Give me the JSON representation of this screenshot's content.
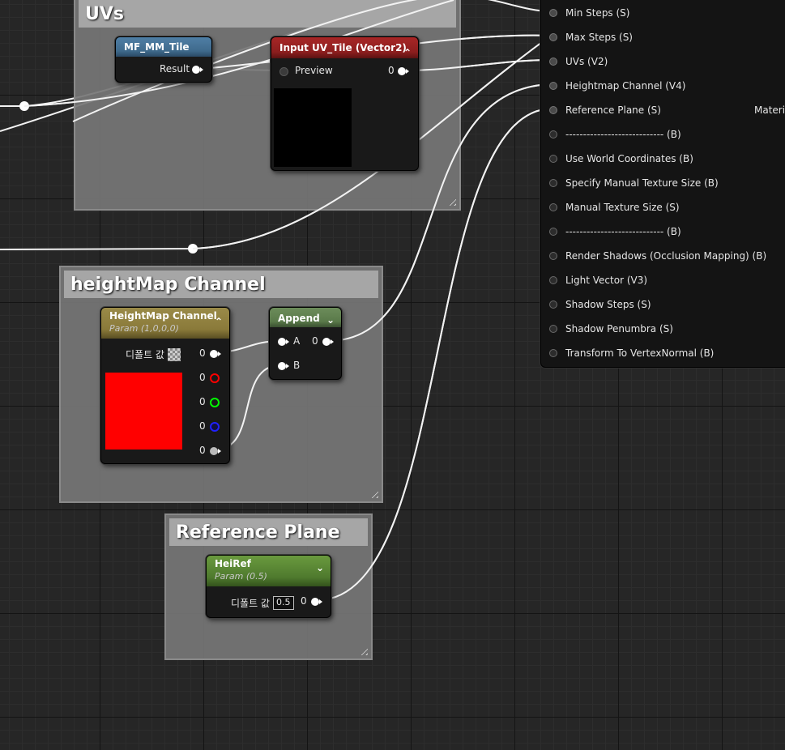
{
  "comments": {
    "uvs": "UVs",
    "height_map_channel": "heightMap Channel",
    "reference_plane": "Reference Plane"
  },
  "nodes": {
    "mf_mm_tile": {
      "title": "MF_MM_Tile",
      "output_label": "Result"
    },
    "input_uv_tile": {
      "title": "Input UV_Tile (Vector2)",
      "preview_label": "Preview",
      "output_value": "0"
    },
    "heightmap_channel": {
      "title": "HeightMap Channel",
      "subtitle": "Param (1,0,0,0)",
      "default_label": "디폴트 값",
      "outputs": [
        "0",
        "0",
        "0",
        "0",
        "0"
      ],
      "swatch_color": "#ff0000"
    },
    "append": {
      "title": "Append",
      "input_a": "A",
      "input_b": "B",
      "output_value": "0"
    },
    "heiref": {
      "title": "HeiRef",
      "subtitle": "Param (0.5)",
      "default_label": "디폴트 값",
      "default_value": "0.5",
      "output_value": "0"
    }
  },
  "material_function": {
    "partial_label": "Materia",
    "inputs": [
      "Min Steps (S)",
      "Max Steps (S)",
      "UVs (V2)",
      "Heightmap Channel (V4)",
      "Reference Plane (S)",
      "---------------------------- (B)",
      "Use World Coordinates (B)",
      "Specify Manual Texture Size (B)",
      "Manual Texture Size (S)",
      "---------------------------- (B)",
      "Render Shadows (Occlusion Mapping) (B)",
      "Light Vector (V3)",
      "Shadow Steps (S)",
      "Shadow Penumbra (S)",
      "Transform To VertexNormal (B)"
    ]
  },
  "colors": {
    "graph_bg": "#262626",
    "comment_bg": "#767676",
    "comment_title_bg": "#a6a6a6",
    "mf_header": "#3f6a8c",
    "input_header": "#8c1e1e",
    "param_header": "#8a7a3a",
    "append_header": "#5a7a4a",
    "heiref_header": "#4f7a2e",
    "pin_red": "#ff0000",
    "pin_green": "#00ff00",
    "pin_blue": "#2020ff"
  }
}
